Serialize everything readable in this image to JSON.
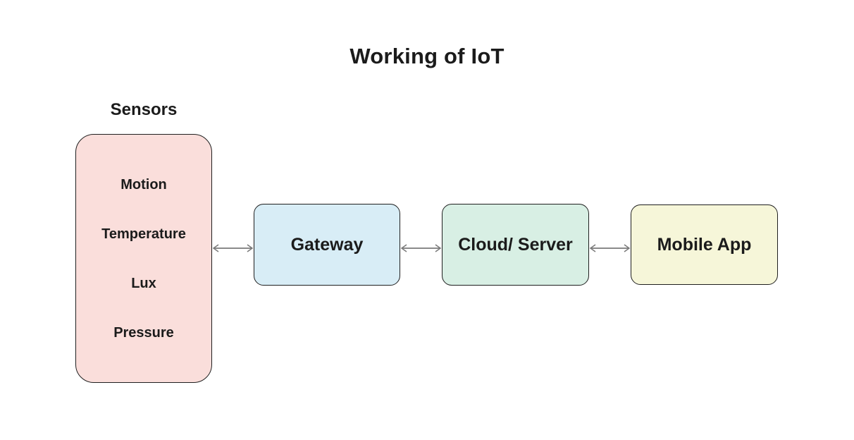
{
  "title": "Working of IoT",
  "sensors": {
    "label": "Sensors",
    "items": [
      "Motion",
      "Temperature",
      "Lux",
      "Pressure"
    ],
    "fill": "#fadedb"
  },
  "nodes": [
    {
      "label": "Gateway",
      "fill": "#d8edf6"
    },
    {
      "label": "Cloud/ Server",
      "fill": "#d8efe4"
    },
    {
      "label": "Mobile App",
      "fill": "#f6f6d9"
    }
  ],
  "arrows": {
    "style": "double-headed",
    "color": "#7a7a7a"
  },
  "colors": {
    "border": "#1f1f1f",
    "text": "#1b1b1b",
    "background": "#ffffff"
  }
}
